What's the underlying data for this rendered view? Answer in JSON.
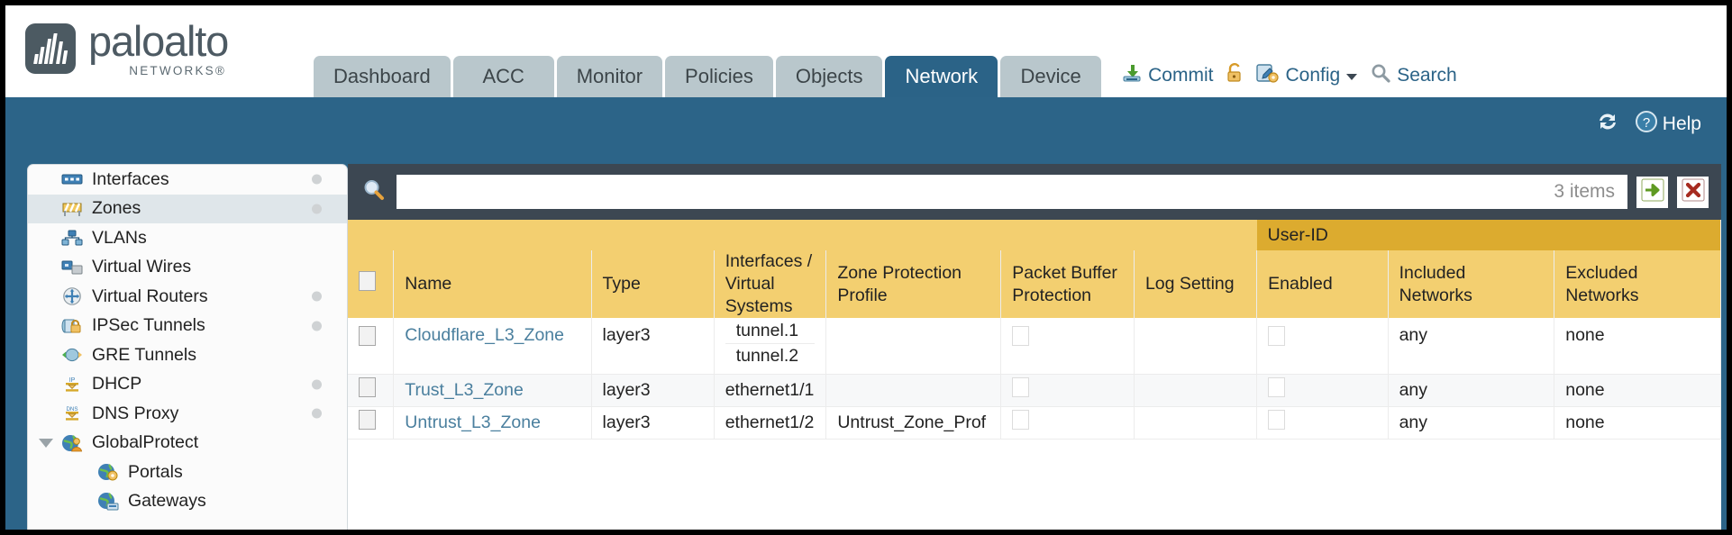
{
  "brand": {
    "name": "paloalto",
    "tagline": "NETWORKS"
  },
  "nav": {
    "tabs": [
      {
        "label": "Dashboard",
        "active": false
      },
      {
        "label": "ACC",
        "active": false
      },
      {
        "label": "Monitor",
        "active": false
      },
      {
        "label": "Policies",
        "active": false
      },
      {
        "label": "Objects",
        "active": false
      },
      {
        "label": "Network",
        "active": true
      },
      {
        "label": "Device",
        "active": false
      }
    ]
  },
  "top_actions": {
    "commit": "Commit",
    "lock_icon": "lock-icon",
    "config": "Config",
    "search": "Search"
  },
  "utility_bar": {
    "refresh_icon": "refresh-icon",
    "help": "Help"
  },
  "sidebar": {
    "items": [
      {
        "label": "Interfaces",
        "icon": "interfaces-icon",
        "selected": false,
        "dot": true,
        "indent": false,
        "caret": false
      },
      {
        "label": "Zones",
        "icon": "zones-icon",
        "selected": true,
        "dot": true,
        "indent": false,
        "caret": false
      },
      {
        "label": "VLANs",
        "icon": "vlans-icon",
        "selected": false,
        "dot": false,
        "indent": false,
        "caret": false
      },
      {
        "label": "Virtual Wires",
        "icon": "virtual-wires-icon",
        "selected": false,
        "dot": false,
        "indent": false,
        "caret": false
      },
      {
        "label": "Virtual Routers",
        "icon": "virtual-routers-icon",
        "selected": false,
        "dot": true,
        "indent": false,
        "caret": false
      },
      {
        "label": "IPSec Tunnels",
        "icon": "ipsec-tunnels-icon",
        "selected": false,
        "dot": true,
        "indent": false,
        "caret": false
      },
      {
        "label": "GRE Tunnels",
        "icon": "gre-tunnels-icon",
        "selected": false,
        "dot": false,
        "indent": false,
        "caret": false
      },
      {
        "label": "DHCP",
        "icon": "dhcp-icon",
        "selected": false,
        "dot": true,
        "indent": false,
        "caret": false
      },
      {
        "label": "DNS Proxy",
        "icon": "dns-proxy-icon",
        "selected": false,
        "dot": true,
        "indent": false,
        "caret": false
      },
      {
        "label": "GlobalProtect",
        "icon": "globalprotect-icon",
        "selected": false,
        "dot": false,
        "indent": false,
        "caret": true
      },
      {
        "label": "Portals",
        "icon": "portals-icon",
        "selected": false,
        "dot": false,
        "indent": true,
        "caret": false
      },
      {
        "label": "Gateways",
        "icon": "gateways-icon",
        "selected": false,
        "dot": false,
        "indent": true,
        "caret": false
      }
    ]
  },
  "search": {
    "icon": "search-icon",
    "value": "",
    "placeholder": "",
    "items_count": "3 items",
    "apply_icon": "apply-arrow-icon",
    "clear_icon": "clear-x-icon"
  },
  "table": {
    "group_header": "User-ID",
    "columns": [
      "Name",
      "Type",
      "Interfaces / Virtual Systems",
      "Zone Protection Profile",
      "Packet Buffer Protection",
      "Log Setting",
      "Enabled",
      "Included Networks",
      "Excluded Networks"
    ],
    "rows": [
      {
        "selected": false,
        "name": "Cloudflare_L3_Zone",
        "type": "layer3",
        "interfaces": [
          "tunnel.1",
          "tunnel.2"
        ],
        "zone_protection_profile": "",
        "packet_buffer_protection": false,
        "log_setting": "",
        "userid_enabled": false,
        "included_networks": "any",
        "excluded_networks": "none"
      },
      {
        "selected": false,
        "name": "Trust_L3_Zone",
        "type": "layer3",
        "interfaces": [
          "ethernet1/1"
        ],
        "zone_protection_profile": "",
        "packet_buffer_protection": false,
        "log_setting": "",
        "userid_enabled": false,
        "included_networks": "any",
        "excluded_networks": "none"
      },
      {
        "selected": false,
        "name": "Untrust_L3_Zone",
        "type": "layer3",
        "interfaces": [
          "ethernet1/2"
        ],
        "zone_protection_profile": "Untrust_Zone_Prof",
        "packet_buffer_protection": false,
        "log_setting": "",
        "userid_enabled": false,
        "included_networks": "any",
        "excluded_networks": "none"
      }
    ]
  },
  "colors": {
    "brand_blue": "#2c6488",
    "tab_inactive": "#b9c7cc",
    "table_header": "#f3cf70",
    "group_header": "#dcab2f",
    "panel_dark": "#3c4752",
    "link": "#4a7f9e"
  }
}
